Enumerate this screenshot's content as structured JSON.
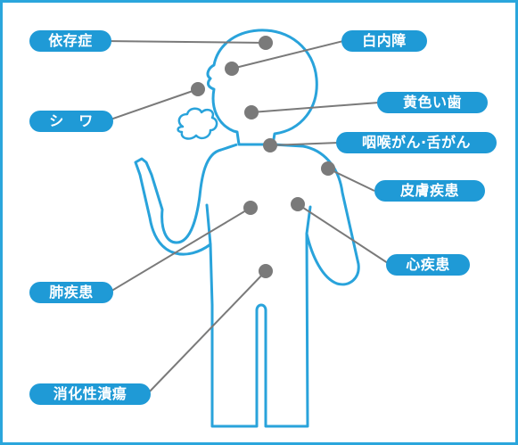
{
  "labels": {
    "dependence": "依存症",
    "cataract": "白内障",
    "wrinkles": "シ　ワ",
    "yellow_teeth": "黄色い歯",
    "throat_tongue_cancer": "咽喉がん·舌がん",
    "skin_disease": "皮膚疾患",
    "heart_disease": "心疾患",
    "lung_disease": "肺疾患",
    "peptic_ulcer": "消化性潰瘍"
  },
  "colors": {
    "frame": "#2aa6dc",
    "label_fill": "#1f9ad6",
    "label_text": "#ffffff",
    "outline": "#29a3db",
    "marker": "#7a7a7a"
  }
}
